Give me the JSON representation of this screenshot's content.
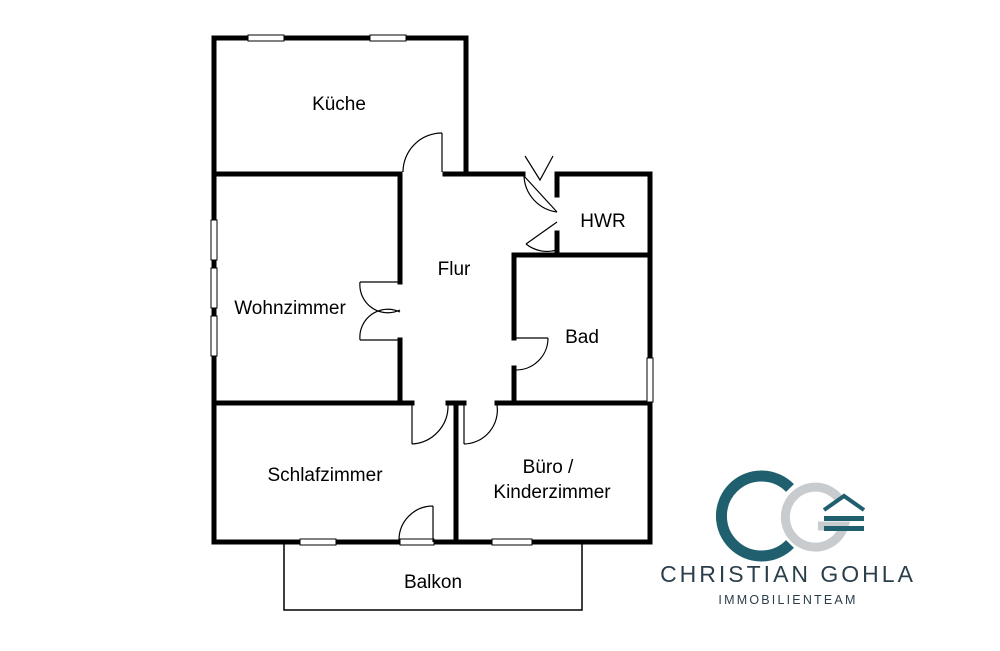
{
  "rooms": {
    "kueche": "Küche",
    "flur": "Flur",
    "hwr": "HWR",
    "wohnzimmer": "Wohnzimmer",
    "bad": "Bad",
    "schlafzimmer": "Schlafzimmer",
    "buero_line1": "Büro /",
    "buero_line2": "Kinderzimmer",
    "balkon": "Balkon"
  },
  "logo": {
    "name": "CHRISTIAN GOHLA",
    "subtitle": "IMMOBILIENTEAM",
    "colors": {
      "ring": "#1f5f6e",
      "ring_light": "#c9cccf",
      "text": "#2b3f4b"
    }
  }
}
